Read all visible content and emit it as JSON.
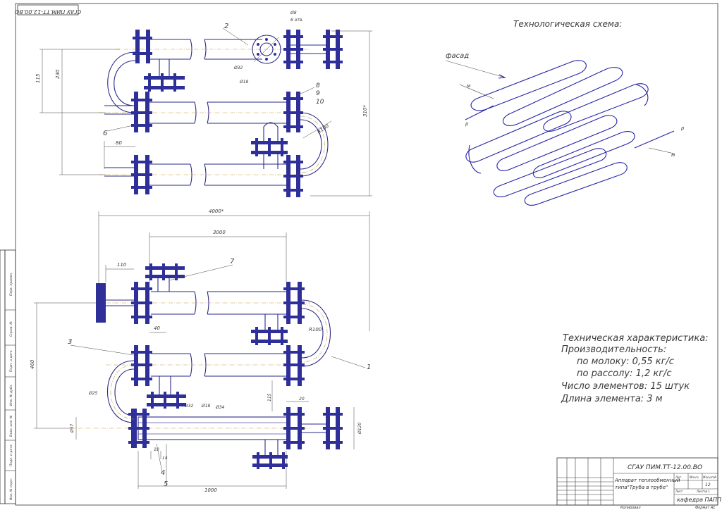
{
  "stamp_rotated": "СГАУ ПИМ.ТТ-12.00.ВО",
  "top_view": {
    "labels": [
      "2",
      "6",
      "8",
      "9",
      "10"
    ],
    "dims": [
      "115",
      "230",
      "310*",
      "80",
      "R100"
    ],
    "flange_callouts": [
      "Ø8",
      "6 отв.",
      "Ø32",
      "Ø18"
    ]
  },
  "front_view": {
    "labels": [
      "7",
      "3",
      "1",
      "4",
      "5"
    ],
    "dims": [
      "4000*",
      "3000",
      "110",
      "40",
      "460",
      "R100",
      "Ø25",
      "Ø32",
      "Ø18",
      "Ø34",
      "20",
      "115",
      "Ø57",
      "Ø120",
      "10",
      "14",
      "1000"
    ]
  },
  "scheme": {
    "title": "Технологическая схема:",
    "facade": "фасад",
    "m_left": "м",
    "p_left": "р",
    "p_right": "р",
    "m_right": "м"
  },
  "tech": {
    "title": "Техническая характеристика:",
    "lines": [
      "Производительность:",
      "по молоку: 0,55 кг/с",
      "по рассолу: 1,2 кг/с",
      "Число элементов: 15 штук",
      "Длина элемента: 3 м"
    ]
  },
  "title_block": {
    "code": "СГАУ ПИМ.ТТ-12.00.ВО",
    "name_line1": "Аппарат теплообменный",
    "name_line2": "типа\"Труба в трубе\"",
    "sheet_no": "12",
    "dept": "кафедра ПАПП",
    "col_lit": "Лит.",
    "col_mass": "Масса",
    "col_scale": "Масштаб",
    "sheet": "Лист",
    "sheets": "Листов 1",
    "copied": "Копировал",
    "format": "Формат А1"
  },
  "side_strip": [
    "Перв. примен.",
    "Справ. №",
    "Подп. и дата",
    "Инв. № дубл.",
    "Взам. инв. №",
    "Подп. и дата",
    "Инв. № подл."
  ]
}
